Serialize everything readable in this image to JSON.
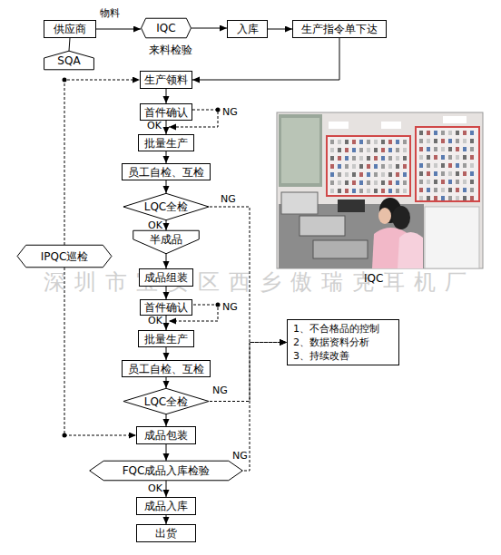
{
  "diagram": {
    "nodes": [
      {
        "text": [
          "供应商"
        ]
      },
      {
        "text": [
          "SQA"
        ]
      },
      {
        "text": [
          "IQC"
        ]
      },
      {
        "text": [
          "入库"
        ]
      },
      {
        "text": [
          "生产指令单下达"
        ]
      },
      {
        "text": [
          "生产领料"
        ]
      },
      {
        "text": [
          "首件确认"
        ]
      },
      {
        "text": [
          "批量生产"
        ]
      },
      {
        "text": [
          "员工自检、互检"
        ]
      },
      {
        "text": [
          "LQC全检"
        ]
      },
      {
        "text": [
          "半成品"
        ]
      },
      {
        "text": [
          "成品组装"
        ]
      },
      {
        "text": [
          "首件确认"
        ]
      },
      {
        "text": [
          "批量生产"
        ]
      },
      {
        "text": [
          "员工自检、互检"
        ]
      },
      {
        "text": [
          "LQC全检"
        ]
      },
      {
        "text": [
          "成品包装"
        ]
      },
      {
        "text": [
          "FQC成品入库检验"
        ]
      },
      {
        "text": [
          "成品入库"
        ]
      },
      {
        "text": [
          "出货"
        ]
      },
      {
        "text": [
          "IPQC巡检"
        ]
      },
      {
        "text": [
          "1、不合格品的控制",
          "2、数据资料分析",
          "3、持续改善"
        ]
      }
    ],
    "edges": [
      {
        "from": 0,
        "to": 2,
        "label": "物料",
        "arrow": "to"
      },
      {
        "from": 2,
        "to": 3,
        "arrow": "to"
      },
      {
        "from": 3,
        "to": 4,
        "arrow": "to"
      },
      {
        "from": 4,
        "to": 5,
        "arrow": "to"
      },
      {
        "from": 1,
        "to": 0,
        "arrow": "none"
      },
      {
        "from": 5,
        "to": 6,
        "arrow": "to"
      },
      {
        "from": 6,
        "to": 7,
        "label": "OK",
        "arrow": "to"
      },
      {
        "from": 7,
        "to": 8,
        "arrow": "to"
      },
      {
        "from": 8,
        "to": 9,
        "arrow": "to"
      },
      {
        "from": 9,
        "to": 10,
        "label": "OK",
        "arrow": "to"
      },
      {
        "from": 10,
        "to": 11,
        "arrow": "to"
      },
      {
        "from": 11,
        "to": 12,
        "arrow": "to"
      },
      {
        "from": 12,
        "to": 13,
        "label": "OK",
        "arrow": "to"
      },
      {
        "from": 13,
        "to": 14,
        "arrow": "to"
      },
      {
        "from": 14,
        "to": 15,
        "arrow": "to"
      },
      {
        "from": 15,
        "to": 16,
        "arrow": "to"
      },
      {
        "from": 16,
        "to": 17,
        "arrow": "to"
      },
      {
        "from": 17,
        "to": 18,
        "label": "OK",
        "arrow": "to"
      },
      {
        "from": 18,
        "to": 19,
        "arrow": "to"
      },
      {
        "from": 20,
        "to": 5,
        "arrow": "to"
      },
      {
        "from": 20,
        "to": 16,
        "arrow": "to"
      },
      {
        "from": 9,
        "to": 21,
        "label": "NG",
        "arrow": "to"
      },
      {
        "from": 15,
        "to": 21,
        "label": "NG",
        "arrow": "to"
      },
      {
        "from": 17,
        "to": 21,
        "label": "NG",
        "arrow": "to"
      }
    ],
    "labels": [
      "来料检验",
      "NG",
      "NG",
      "IQC",
      "深圳市宝安区西乡傲瑞克耳机厂"
    ]
  }
}
